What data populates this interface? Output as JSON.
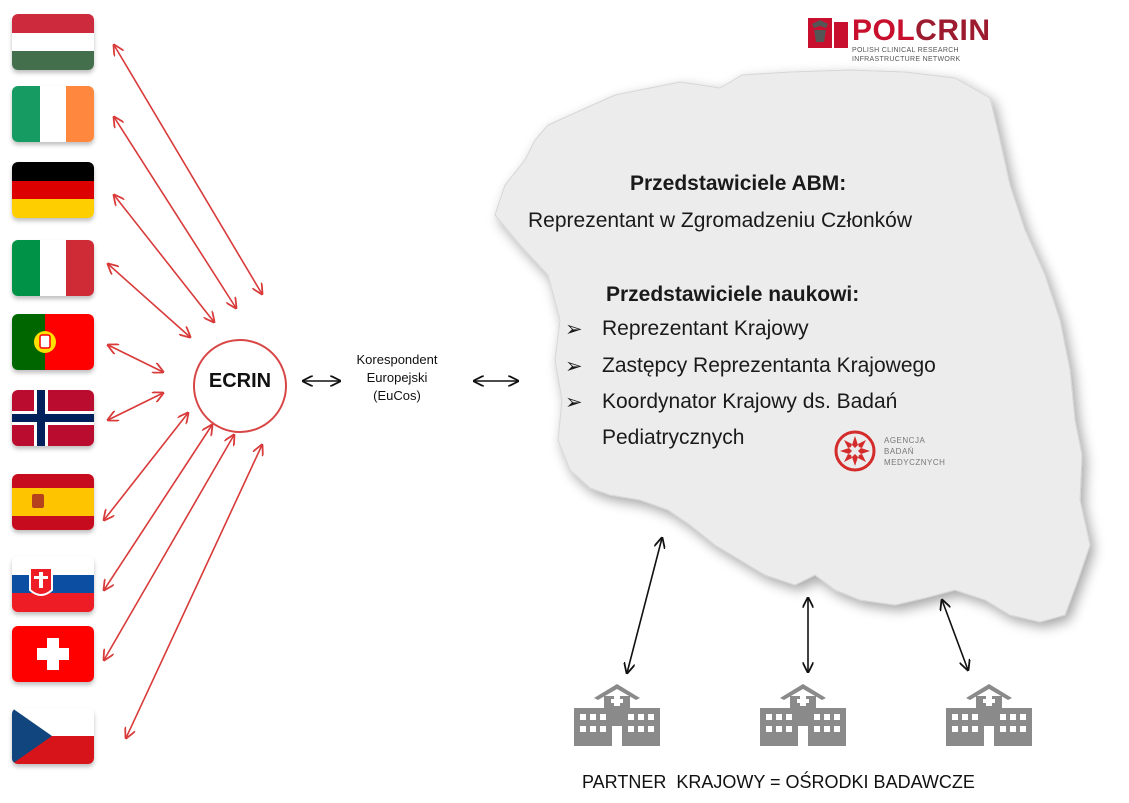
{
  "flags": [
    {
      "country": "Hungary",
      "icon": "hungary-flag-icon"
    },
    {
      "country": "Ireland",
      "icon": "ireland-flag-icon"
    },
    {
      "country": "Germany",
      "icon": "germany-flag-icon"
    },
    {
      "country": "Italy",
      "icon": "italy-flag-icon"
    },
    {
      "country": "Portugal",
      "icon": "portugal-flag-icon"
    },
    {
      "country": "Norway",
      "icon": "norway-flag-icon"
    },
    {
      "country": "Spain",
      "icon": "spain-flag-icon"
    },
    {
      "country": "Slovakia",
      "icon": "slovakia-flag-icon"
    },
    {
      "country": "Switzerland",
      "icon": "switzerland-flag-icon"
    },
    {
      "country": "Czech Republic",
      "icon": "czech-flag-icon"
    }
  ],
  "ecrin": {
    "label": "ECRIN"
  },
  "eucos": {
    "line1": "Korespondent",
    "line2": "Europejski",
    "line3": "(EuCos)"
  },
  "logo": {
    "name_dark": "POL",
    "name_red": "CRIN",
    "subtitle_1": "POLISH CLINICAL RESEARCH",
    "subtitle_2": "INFRASTRUCTURE NETWORK"
  },
  "map": {
    "abm_heading": "Przedstawiciele ABM:",
    "abm_item": "Reprezentant w Zgromadzeniu Członków",
    "science_heading": "Przedstawiciele naukowi:",
    "items": [
      "Reprezentant Krajowy",
      "Zastępcy Reprezentanta Krajowego",
      "Koordynator Krajowy ds. Badań",
      "Pediatrycznych"
    ]
  },
  "agency": {
    "line1": "AGENCJA",
    "line2": "BADAŃ",
    "line3": "MEDYCZNYCH"
  },
  "footer": {
    "label": "PARTNER  KRAJOWY = OŚRODKI BADAWCZE"
  },
  "colors": {
    "arrow_red": "#d93a3a",
    "circle_red": "#d94646",
    "map_fill": "#ececec",
    "building_gray": "#8a8a8a",
    "logo_red": "#c8102e"
  }
}
